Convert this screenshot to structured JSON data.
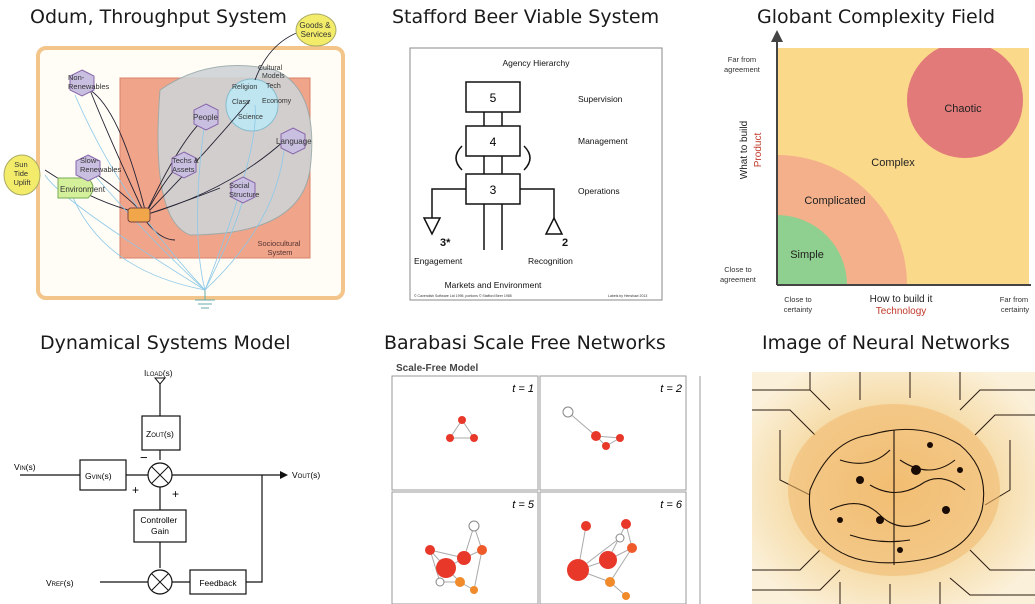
{
  "titles": {
    "odum": "Odum, Throughput System",
    "beer": "Stafford Beer Viable System",
    "globant": "Globant Complexity Field",
    "dynamical": "Dynamical Systems Model",
    "barabasi": "Barabasi Scale Free Networks",
    "neural": "Image of Neural Networks"
  },
  "odum": {
    "goods": [
      "Goods &",
      "Services"
    ],
    "sun": [
      "Sun",
      "Tide",
      "Uplift"
    ],
    "environment": "Environment",
    "non_renewables": [
      "Non-",
      "Renewables"
    ],
    "slow_renewables": [
      "Slow-",
      "Renewables"
    ],
    "people": "People",
    "techs": [
      "Techs &",
      "Assets"
    ],
    "social": [
      "Social",
      "Structure"
    ],
    "language": "Language",
    "cultural": [
      "Cultural",
      "Models"
    ],
    "religion": "Religion",
    "tech": "Tech",
    "class": "Class",
    "economy": "Economy",
    "science": "Science",
    "sociocultural": [
      "Sociocultural",
      "System"
    ]
  },
  "beer": {
    "header": "Agency Hierarchy",
    "box5": "5",
    "box4": "4",
    "box3": "3",
    "supervision": "Supervision",
    "management": "Management",
    "operations": "Operations",
    "three_star": "3*",
    "two": "2",
    "engagement": "Engagement",
    "recognition": "Recognition",
    "footer": "Markets and Environment",
    "credit_left": "© Cavendish Software Ltd 1995, portions © Stafford Beer 1985",
    "credit_right": "Labels by Henshaw 2013"
  },
  "globant": {
    "y_far": [
      "Far from",
      "agreement"
    ],
    "y_close": [
      "Close to",
      "agreement"
    ],
    "y_label": "What to build",
    "y_sub": "Product",
    "x_close": [
      "Close to",
      "certainty"
    ],
    "x_far": [
      "Far from",
      "certainty"
    ],
    "x_label": "How to build it",
    "x_sub": "Technology",
    "chaotic": "Chaotic",
    "complex": "Complex",
    "complicated": "Complicated",
    "simple": "Simple",
    "colors": {
      "chaotic": "#e27a7a",
      "complex": "#fbd98a",
      "complicated": "#f4b08a",
      "simple": "#8fcf8f"
    }
  },
  "dynamical": {
    "iload": "I",
    "iload_sub": "LOAD",
    "iload_s": "(s)",
    "zout": "Z",
    "zout_sub": "OUT",
    "zout_s": "(s)",
    "vin": "V",
    "vin_sub": "IN",
    "vin_s": "(s)",
    "gvin": "G",
    "gvin_sub": "VIN",
    "gvin_s": "(s)",
    "vout": "V",
    "vout_sub": "OUT",
    "vout_s": "(s)",
    "minus": "−",
    "plus": "+",
    "controller": [
      "Controller",
      "Gain"
    ],
    "vref": "V",
    "vref_sub": "REF",
    "vref_s": "(s)",
    "feedback": "Feedback"
  },
  "barabasi": {
    "header": "Scale-Free Model",
    "t1": "t = 1",
    "t2": "t = 2",
    "t5": "t = 5",
    "t6": "t = 6"
  }
}
